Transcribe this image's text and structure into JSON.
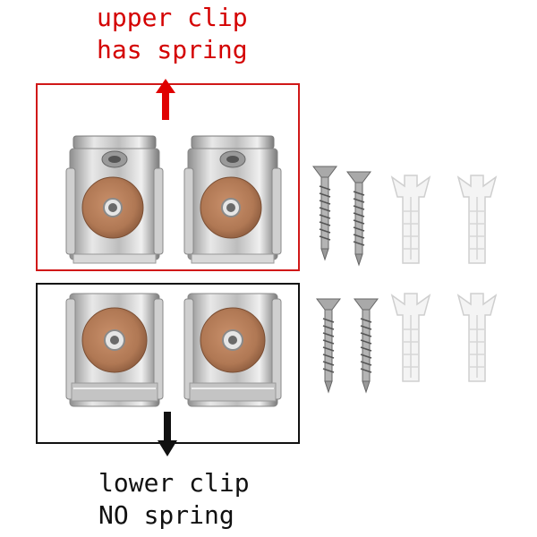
{
  "labels": {
    "upper_line1": "upper clip",
    "upper_line2": "has spring",
    "lower_line1": "lower clip",
    "lower_line2": "NO spring"
  },
  "colors": {
    "upper_accent": "#d40000",
    "lower_accent": "#111111"
  },
  "items": {
    "upper_clips": 2,
    "lower_clips": 2,
    "screws": 4,
    "wall_anchors": 4
  }
}
